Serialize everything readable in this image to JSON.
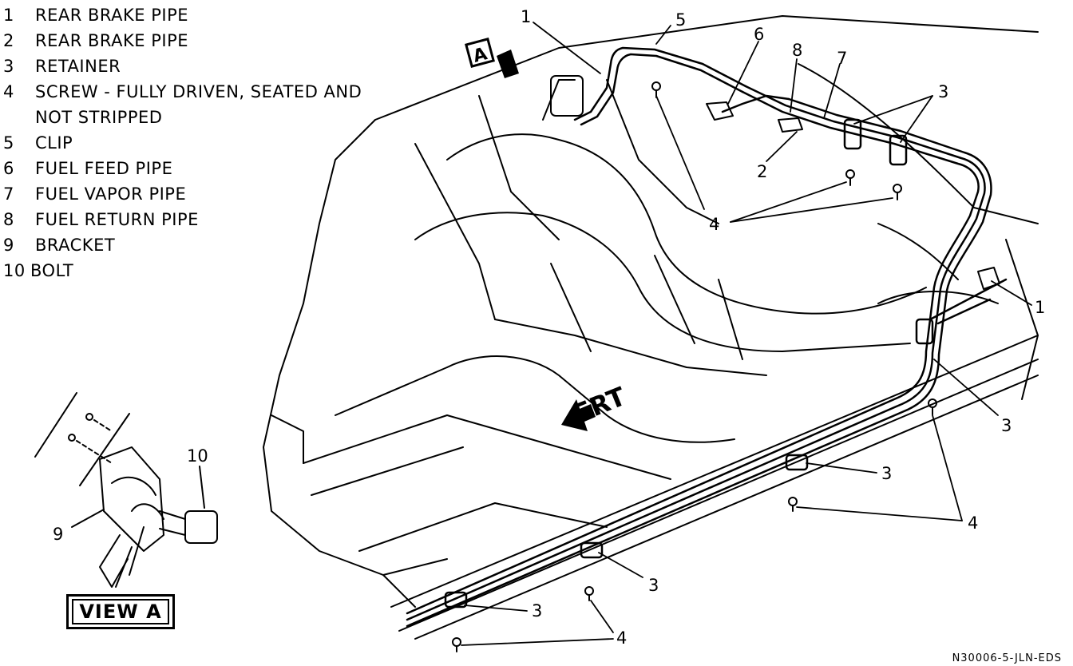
{
  "legend": [
    {
      "num": "1",
      "label": "REAR BRAKE PIPE"
    },
    {
      "num": "2",
      "label": "REAR BRAKE PIPE"
    },
    {
      "num": "3",
      "label": "RETAINER"
    },
    {
      "num": "4",
      "label": "SCREW - FULLY DRIVEN, SEATED AND",
      "cont": "NOT STRIPPED"
    },
    {
      "num": "5",
      "label": "CLIP"
    },
    {
      "num": "6",
      "label": "FUEL FEED PIPE"
    },
    {
      "num": "7",
      "label": "FUEL VAPOR PIPE"
    },
    {
      "num": "8",
      "label": "FUEL RETURN PIPE"
    },
    {
      "num": "9",
      "label": "BRACKET"
    },
    {
      "num": "10",
      "label": "BOLT"
    }
  ],
  "callouts": {
    "c1_top": "1",
    "c5": "5",
    "c6": "6",
    "c8": "8",
    "c7": "7",
    "c3_top": "3",
    "c2": "2",
    "c4_top": "4",
    "c1_right": "1",
    "c3_r1": "3",
    "c3_r2": "3",
    "c4_mid": "4",
    "c3_r3": "3",
    "c3_r4": "3",
    "c4_bot": "4",
    "c10": "10",
    "c9": "9"
  },
  "view_a_marker": "A",
  "frt_label": "FRT",
  "view_a_label": "VIEW A",
  "drawing_code": "N30006-5-JLN-EDS"
}
